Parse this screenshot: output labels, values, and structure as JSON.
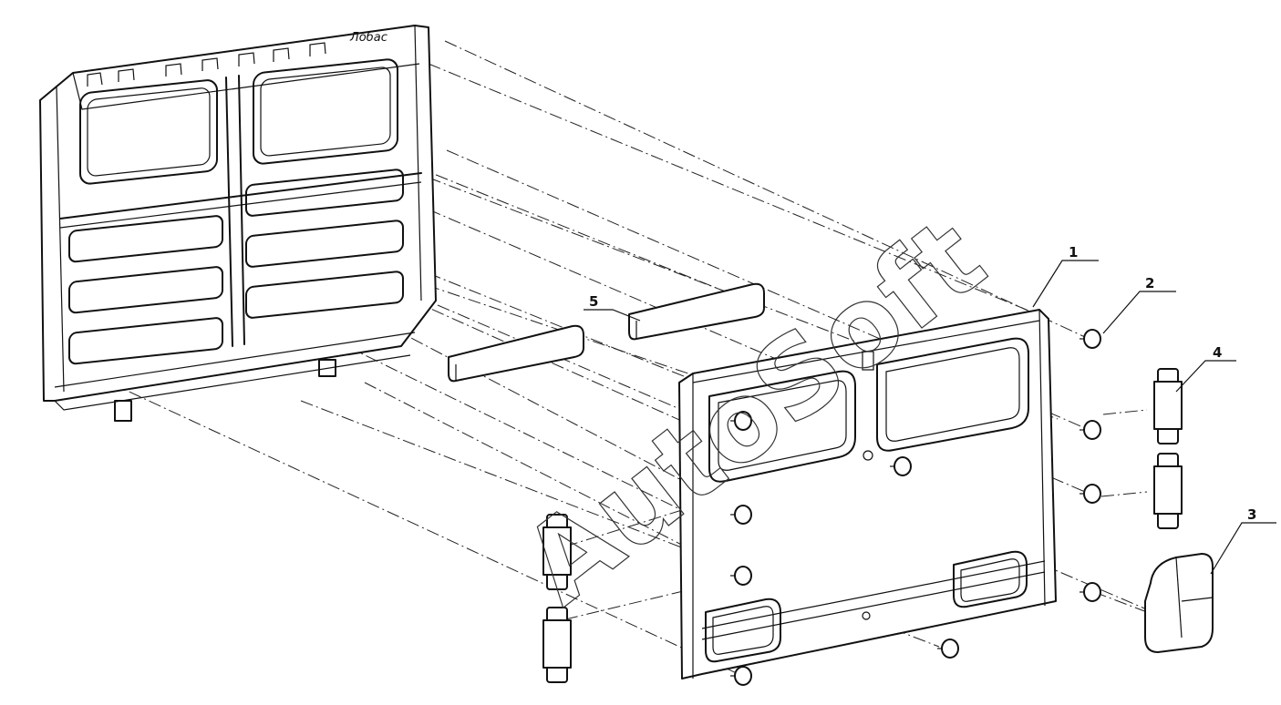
{
  "diagram": {
    "watermark": "AutoSoft",
    "stamp_text": "Лобас",
    "callouts": [
      {
        "id": "1",
        "label": "1"
      },
      {
        "id": "2",
        "label": "2"
      },
      {
        "id": "3",
        "label": "3"
      },
      {
        "id": "4",
        "label": "4"
      },
      {
        "id": "5",
        "label": "5"
      }
    ]
  }
}
